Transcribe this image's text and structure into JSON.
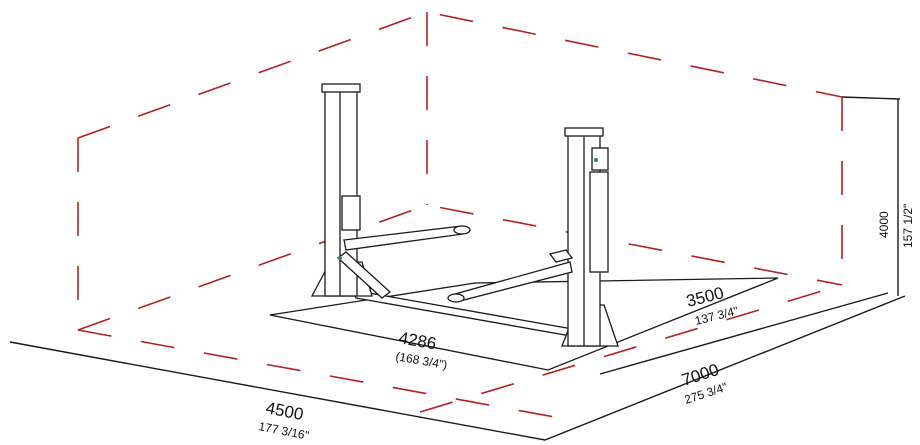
{
  "dimensions": {
    "bay_width": {
      "mm": "4500",
      "inch": "177 3/16\""
    },
    "bay_length": {
      "mm": "7000",
      "inch": "275 3/4\""
    },
    "bay_height": {
      "mm": "4000",
      "inch": "157 1/2\""
    },
    "lift_width": {
      "mm": "4286",
      "inch": "(168 3/4\")"
    },
    "lift_depth": {
      "mm": "3500",
      "inch": "137 3/4\""
    }
  },
  "colors": {
    "dashed_frame": "#b22222",
    "line_art": "#1a1a1a",
    "accent": "#2e8b57"
  }
}
